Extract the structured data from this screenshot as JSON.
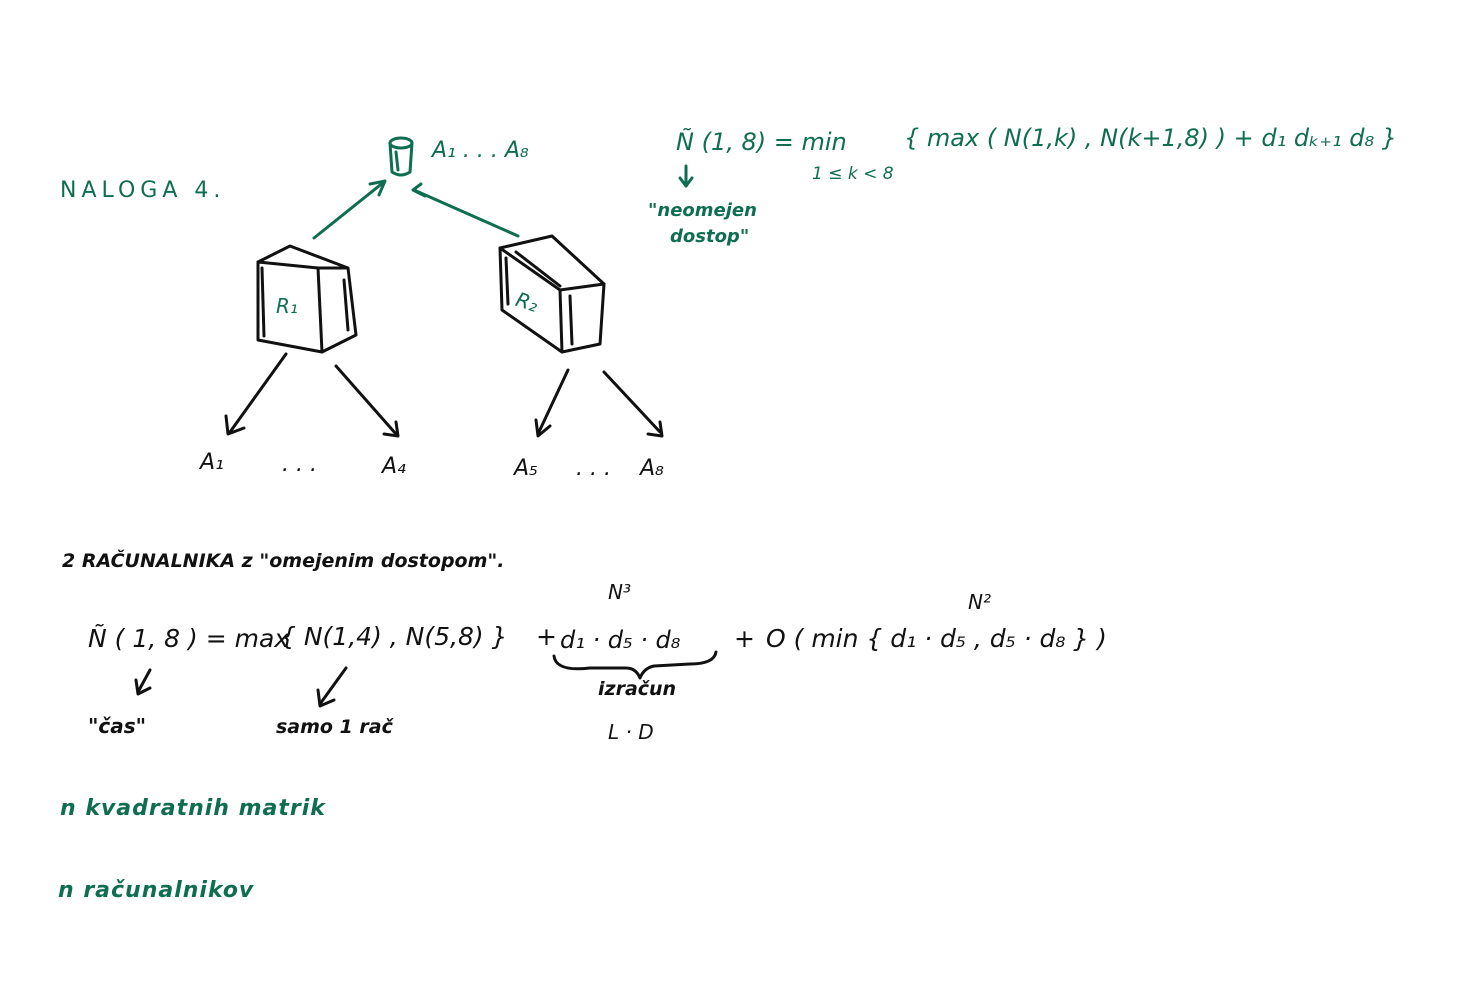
{
  "heading": "NALOGA 4.",
  "tree": {
    "root_label": "A₁ . . . A₈",
    "node1": "R₁",
    "node2": "R₂",
    "leaf_a1": "A₁",
    "leaf_dots1": ". . .",
    "leaf_a4": "A₄",
    "leaf_a5": "A₅",
    "leaf_dots2": ". . .",
    "leaf_a8": "A₈"
  },
  "formula1": {
    "lhs": "Ñ (1, 8)  =  min",
    "subscript": "1 ≤ k < 8",
    "rhs": "{ max ( N(1,k) , N(k+1,8) ) + d₁ dₖ₊₁ d₈ }",
    "note_line1": "\"neomejen",
    "note_line2": "dostop\""
  },
  "section2": {
    "title": "2 RAČUNALNIKA   z \"omejenim dostopom\".",
    "lhs": "Ñ ( 1, 8 ) = max",
    "max_args": "{ N(1,4) , N(5,8) }",
    "plus1": "+",
    "product": "d₁ · d₅ · d₈",
    "plus2": "+",
    "big_o": "O ( min { d₁ · d₅ , d₅ · d₈ } )",
    "n3": "N³",
    "n2": "N²",
    "izracun": "izračun",
    "ld": "L · D",
    "cas": "\"čas\"",
    "samo": "samo 1 rač"
  },
  "notes": {
    "line1": "n kvadratnih matrik",
    "line2": "n  računalnikov"
  }
}
